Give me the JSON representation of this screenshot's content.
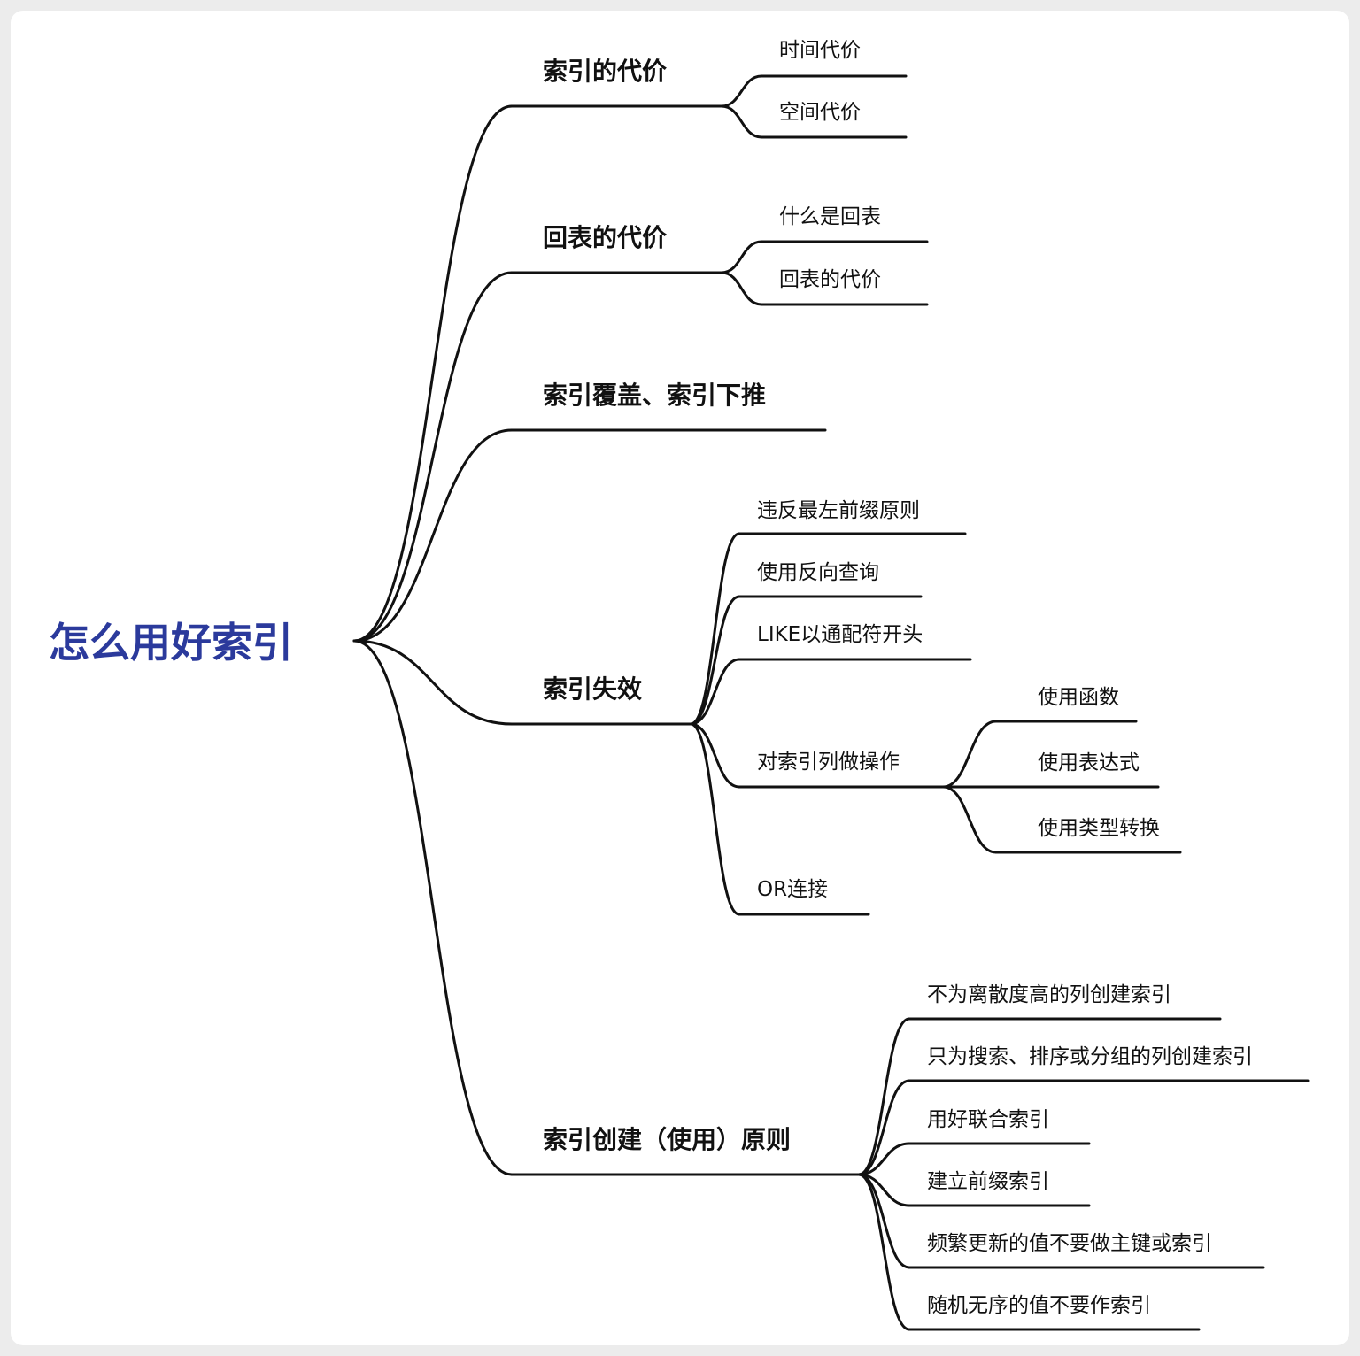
{
  "root": {
    "label": "怎么用好索引",
    "color": "#2b3a9c"
  },
  "branches": [
    {
      "label": "索引的代价",
      "children": [
        {
          "label": "时间代价"
        },
        {
          "label": "空间代价"
        }
      ]
    },
    {
      "label": "回表的代价",
      "children": [
        {
          "label": "什么是回表"
        },
        {
          "label": "回表的代价"
        }
      ]
    },
    {
      "label": "索引覆盖、索引下推",
      "children": []
    },
    {
      "label": "索引失效",
      "children": [
        {
          "label": "违反最左前缀原则"
        },
        {
          "label": "使用反向查询"
        },
        {
          "label": "LIKE以通配符开头"
        },
        {
          "label": "对索引列做操作",
          "children": [
            {
              "label": "使用函数"
            },
            {
              "label": "使用表达式"
            },
            {
              "label": "使用类型转换"
            }
          ]
        },
        {
          "label": "OR连接"
        }
      ]
    },
    {
      "label": "索引创建（使用）原则",
      "children": [
        {
          "label": "不为离散度高的列创建索引"
        },
        {
          "label": "只为搜索、排序或分组的列创建索引"
        },
        {
          "label": "用好联合索引"
        },
        {
          "label": "建立前缀索引"
        },
        {
          "label": "频繁更新的值不要做主键或索引"
        },
        {
          "label": "随机无序的值不要作索引"
        }
      ]
    }
  ]
}
